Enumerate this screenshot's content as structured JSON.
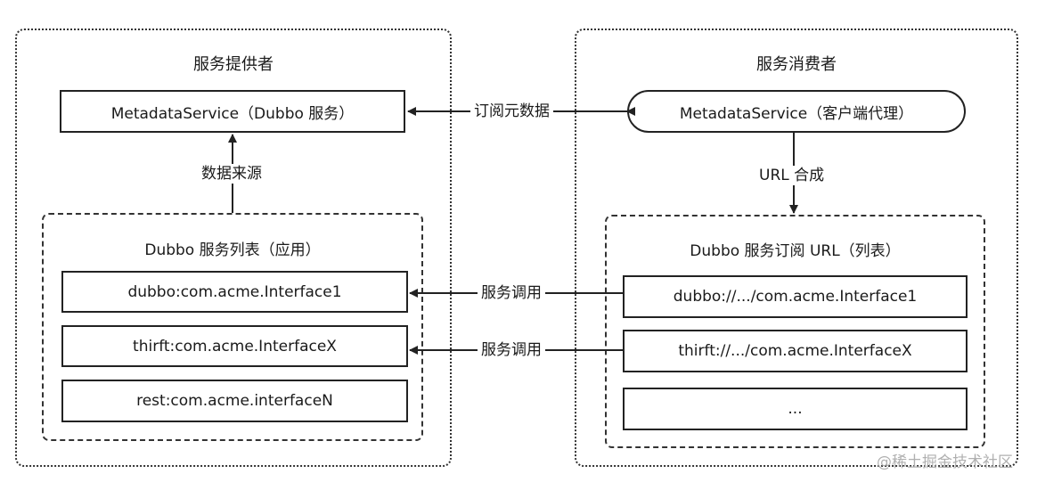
{
  "provider": {
    "title": "服务提供者",
    "metadata_service": "MetadataService（Dubbo 服务）",
    "data_source_label": "数据来源",
    "service_list": {
      "title": "Dubbo 服务列表（应用）",
      "items": [
        "dubbo:com.acme.Interface1",
        "thirft:com.acme.InterfaceX",
        "rest:com.acme.interfaceN"
      ]
    }
  },
  "consumer": {
    "title": "服务消费者",
    "metadata_service": "MetadataService（客户端代理）",
    "url_label": "URL 合成",
    "subscribed_urls": {
      "title": "Dubbo 服务订阅 URL（列表）",
      "items": [
        "dubbo://.../com.acme.Interface1",
        "thirft://.../com.acme.InterfaceX",
        "..."
      ]
    }
  },
  "links": {
    "subscribe_label": "订阅元数据",
    "invoke_labels": [
      "服务调用",
      "服务调用"
    ]
  },
  "watermark": "@稀土掘金技术社区"
}
